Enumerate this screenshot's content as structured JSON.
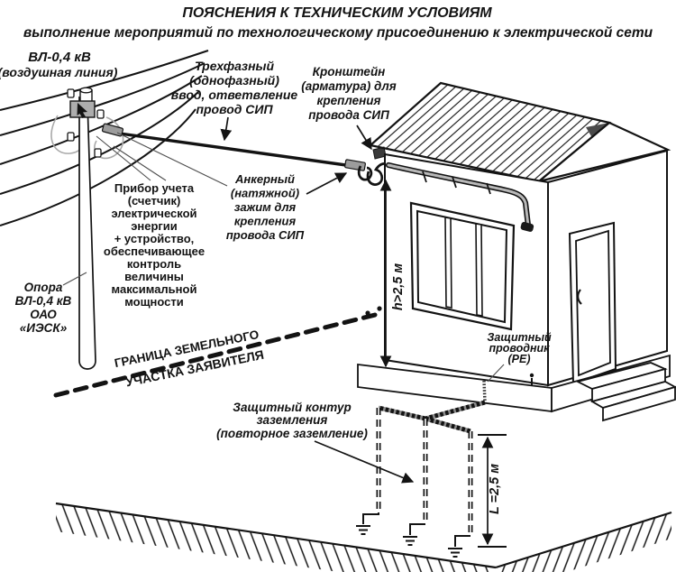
{
  "title": {
    "line1": "ПОЯСНЕНИЯ К ТЕХНИЧЕСКИМ УСЛОВИЯМ",
    "line2": "выполнение мероприятий по технологическому присоединению к электрической сети"
  },
  "colors": {
    "ink": "#131313",
    "leader_gray": "#555555",
    "clamp_gray": "#9c9c9c",
    "meter_box_gray": "#adadad",
    "conduit_gray": "#b8b8b8",
    "roof_shadow": "#4a4a4a"
  },
  "labels": {
    "overhead_line": {
      "lines": [
        "ВЛ-0,4 кВ",
        "(воздушная линия)"
      ]
    },
    "service_input": {
      "lines": [
        "Трехфазный",
        "(однофазный)",
        "ввод, ответвление",
        "провод СИП"
      ]
    },
    "bracket": {
      "lines": [
        "Кронштейн",
        "(арматура) для",
        "крепления",
        "провода СИП"
      ]
    },
    "anchor_clamp": {
      "lines": [
        "Анкерный",
        "(натяжной)",
        "зажим  для",
        "крепления",
        "провода СИП"
      ]
    },
    "meter": {
      "lines": [
        "Прибор учета",
        "(счетчик)",
        "электрической",
        "энергии",
        "+ устройство,",
        "обеспечивающее",
        "контроль",
        "величины",
        "максимальной",
        "мощности"
      ]
    },
    "pole": {
      "lines": [
        "Опора",
        "ВЛ-0,4 кВ",
        "ОАО",
        "«ИЭСК»"
      ]
    },
    "boundary": {
      "lines": [
        "ГРАНИЦА ЗЕМЕЛЬНОГО",
        "УЧАСТКА ЗАЯВИТЕЛЯ"
      ]
    },
    "grounding": {
      "lines": [
        "Защитный контур",
        "заземления",
        "(повторное заземление)"
      ]
    },
    "pe_conductor": {
      "lines": [
        "Защитный",
        "проводник",
        "(PE)"
      ]
    },
    "dim_height": "h>2,5 м",
    "dim_length": "L =2,5 м"
  }
}
